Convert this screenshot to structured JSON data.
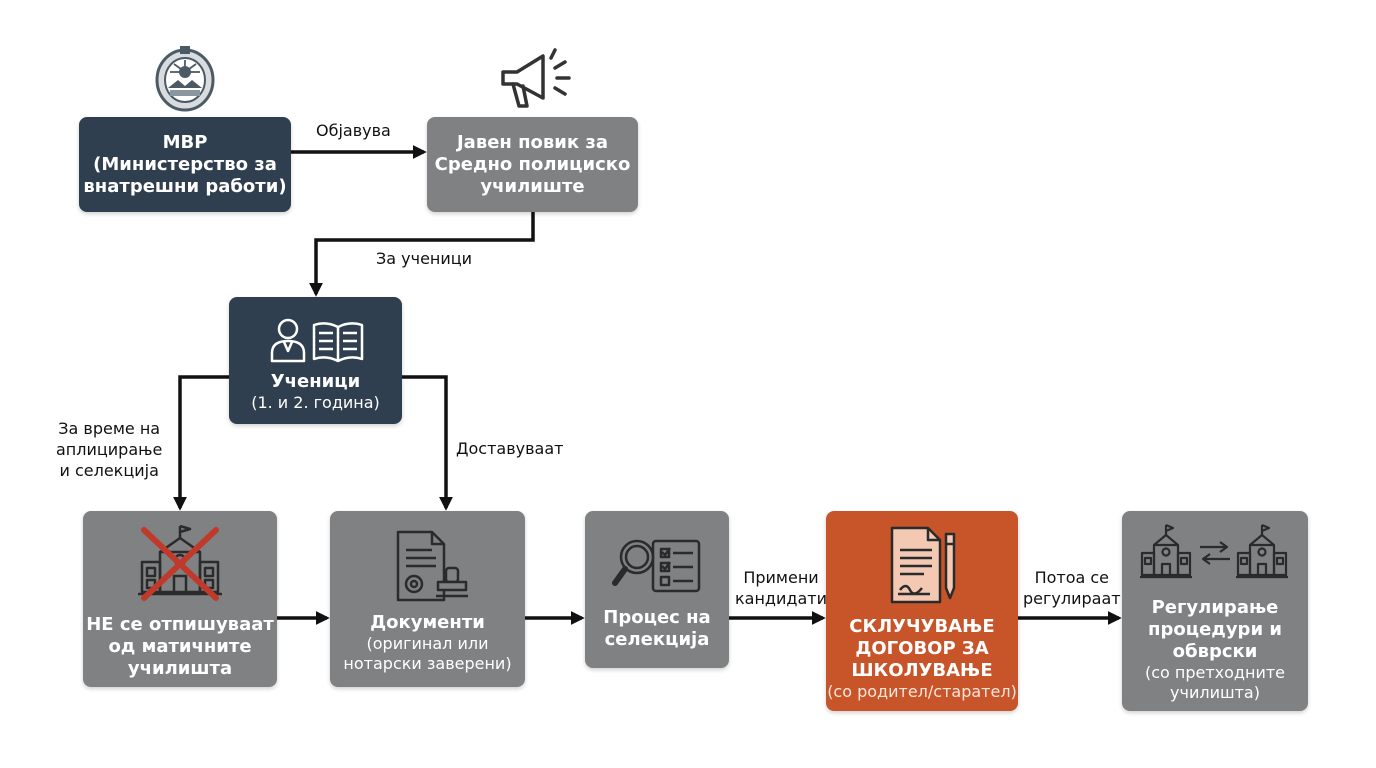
{
  "nodes": {
    "mvr": {
      "line1": "МВР",
      "line2": "(Министерство за",
      "line3": "внатрешни работи)"
    },
    "call": {
      "line1": "Јавен повик за",
      "line2": "Средно полициско",
      "line3": "училиште"
    },
    "students": {
      "title": "Ученици",
      "subtitle": "(1. и 2. година)"
    },
    "no_unenroll": {
      "line1": "НЕ се отпишуваат",
      "line2": "од матичните",
      "line3": "училишта"
    },
    "documents": {
      "title": "Документи",
      "sub1": "(оригинал или",
      "sub2": "нотарски заверени)"
    },
    "selection": {
      "line1": "Процес на",
      "line2": "селекција"
    },
    "contract": {
      "line1": "СКЛУЧУВАЊЕ",
      "line2": "ДОГОВОР ЗА",
      "line3": "ШКОЛУВАЊЕ",
      "sub": "(со родител/старател)"
    },
    "regulation": {
      "line1": "Регулирање",
      "line2": "процедури и",
      "line3": "обврски",
      "sub1": "(со претходните",
      "sub2": "училишта)"
    }
  },
  "edges": {
    "publishes": "Објавува",
    "for_students": "За ученици",
    "during_1": "За време на",
    "during_2": "аплицирање",
    "during_3": "и селекција",
    "submit": "Доставуваат",
    "accepted_1": "Примени",
    "accepted_2": "кандидати",
    "then_1": "Потоа се",
    "then_2": "регулираат"
  },
  "icons": {
    "coat_of_arms": "coat-of-arms-icon",
    "megaphone": "megaphone-icon",
    "student": "student-icon",
    "book": "open-book-icon",
    "school_crossed": "school-crossed-out-icon",
    "document_stamp": "document-stamp-icon",
    "magnifier_checklist": "magnifier-checklist-icon",
    "contract_pen": "contract-pen-icon",
    "schools_exchange": "schools-exchange-icon"
  },
  "colors": {
    "dark_box": "#2f3f4f",
    "grey_box": "#7f8182",
    "accent_box": "#c8552a",
    "cross": "#c0392b",
    "arrow": "#111111"
  }
}
